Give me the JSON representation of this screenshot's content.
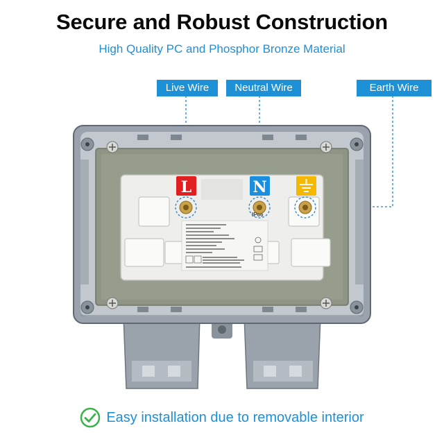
{
  "header": {
    "title": "Secure and Robust Construction",
    "subtitle": "High Quality PC and Phosphor Bronze Material"
  },
  "callouts": {
    "live": "Live Wire",
    "neutral": "Neutral Wire",
    "earth": "Earth Wire"
  },
  "terminals": {
    "live_letter": "L",
    "neutral_letter": "N"
  },
  "label_sticker": {
    "rating": "IP66"
  },
  "footer": {
    "text": "Easy installation due to removable interior"
  },
  "colors": {
    "accent_blue": "#1e90d6",
    "live_red": "#e02020",
    "neutral_blue": "#1a8fe0",
    "earth_yellow": "#f5b800",
    "check_green": "#3cb34a"
  }
}
